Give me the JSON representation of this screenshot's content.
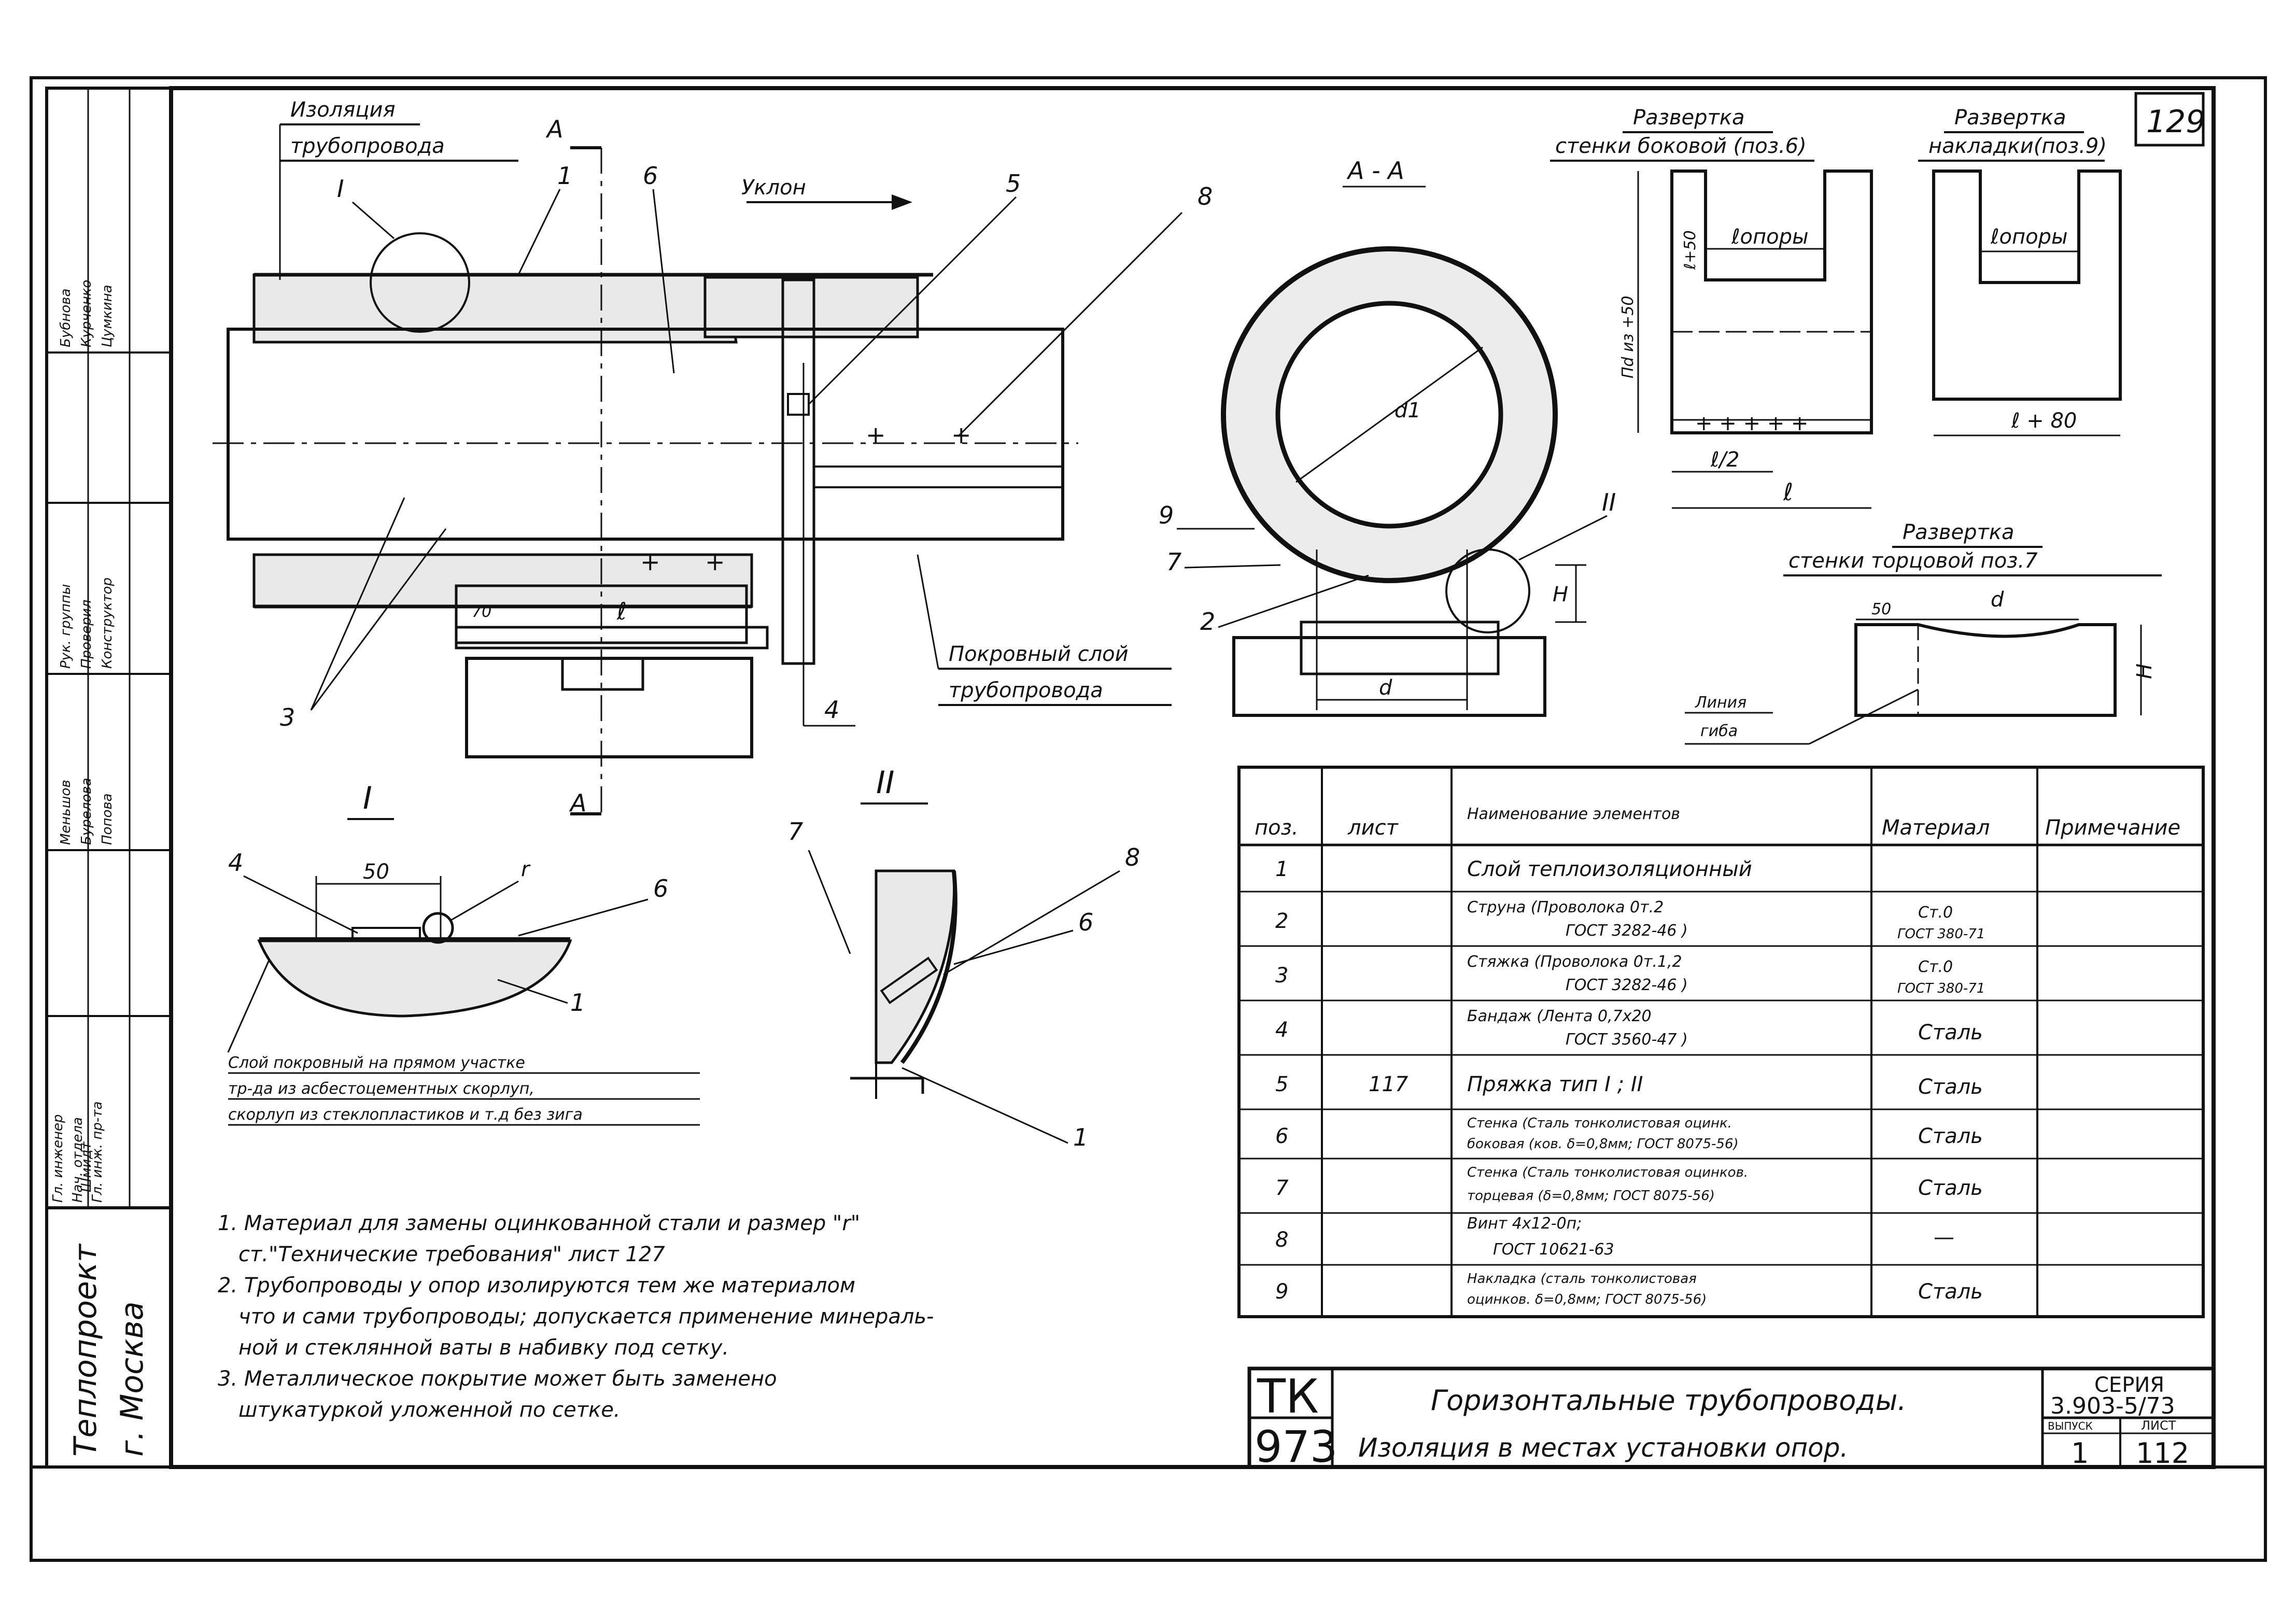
{
  "sheet_number": "129",
  "left_stamp": {
    "org_line1": "Теплопроект",
    "org_line2": "г. Москва",
    "rows": [
      {
        "role": "Гл. инженер",
        "name": ""
      },
      {
        "role": "Нач. отдела",
        "name": "Шмидт"
      },
      {
        "role": "Гл. инж. пр-та",
        "name": ""
      },
      {
        "role": "Рук. группы",
        "name": "Меньшов"
      },
      {
        "role": "Проверил",
        "name": "Бурелова"
      },
      {
        "role": "Конструктор",
        "name": "Попова"
      },
      {
        "role": "",
        "name": "Бубнова"
      },
      {
        "role": "",
        "name": "Курченко"
      },
      {
        "role": "",
        "name": "Цумкина"
      }
    ]
  },
  "main_view": {
    "insulation_label_1": "Изоляция",
    "insulation_label_2": "трубопровода",
    "section_mark": "А",
    "slope": "Уклон",
    "cover_label_1": "Покровный слой",
    "cover_label_2": "трубопровода",
    "callouts": [
      "I",
      "1",
      "6",
      "5",
      "8",
      "3",
      "4"
    ],
    "dim_70": "70",
    "dim_l": "ℓ"
  },
  "section_aa": {
    "title": "А - А",
    "d1": "d1",
    "d": "d",
    "H": "H",
    "callout_II": "II",
    "callouts": [
      "9",
      "7",
      "2"
    ]
  },
  "development_side": {
    "title_1": "Развертка",
    "title_2": "стенки боковой (поз.6)",
    "dim_height": "Пd из +50",
    "dim_l50": "ℓ+50",
    "dim_support": "ℓопоры",
    "dim_l2": "ℓ/2",
    "dim_l": "ℓ"
  },
  "development_pad": {
    "title_1": "Развертка",
    "title_2": "накладки(поз.9)",
    "dim_support": "ℓопоры",
    "dim_l80": "ℓ + 80"
  },
  "development_end": {
    "title_1": "Развертка",
    "title_2": "стенки торцовой поз.7",
    "dim_50": "50",
    "dim_d": "d",
    "dim_H": "H",
    "fold_1": "Линия",
    "fold_2": "гиба"
  },
  "detail_I": {
    "title": "I",
    "dim_50": "50",
    "r": "r",
    "callouts": [
      "4",
      "6",
      "1"
    ],
    "note_1": "Слой покровный на прямом участке",
    "note_2": "тр-да из асбестоцементных скорлуп,",
    "note_3": "скорлуп из стеклопластиков и т.д без зига"
  },
  "detail_II": {
    "title": "II",
    "callouts": [
      "7",
      "8",
      "6",
      "1"
    ]
  },
  "spec_table": {
    "headers": [
      "поз.",
      "лист",
      "Наименование элементов",
      "Материал",
      "Примечание"
    ],
    "rows": [
      {
        "pos": "1",
        "sheet": "",
        "name": "Слой теплоизоляционный",
        "name2": "",
        "material": "",
        "material2": "",
        "note": ""
      },
      {
        "pos": "2",
        "sheet": "",
        "name": "Струна (Проволока 0т.2",
        "name2": "ГОСТ 3282-46 )",
        "material": "Ст.0",
        "material2": "ГОСТ 380-71",
        "note": ""
      },
      {
        "pos": "3",
        "sheet": "",
        "name": "Стяжка (Проволока 0т.1,2",
        "name2": "ГОСТ 3282-46 )",
        "material": "Ст.0",
        "material2": "ГОСТ 380-71",
        "note": ""
      },
      {
        "pos": "4",
        "sheet": "",
        "name": "Бандаж (Лента 0,7х20",
        "name2": "ГОСТ 3560-47 )",
        "material": "Сталь",
        "material2": "",
        "note": ""
      },
      {
        "pos": "5",
        "sheet": "117",
        "name": "Пряжка тип I ; II",
        "name2": "",
        "material": "Сталь",
        "material2": "",
        "note": ""
      },
      {
        "pos": "6",
        "sheet": "",
        "name": "Стенка (Сталь тонколистовая оцинк.",
        "name2": "боковая (ков. δ=0,8мм; ГОСТ 8075-56)",
        "material": "Сталь",
        "material2": "",
        "note": ""
      },
      {
        "pos": "7",
        "sheet": "",
        "name": "Стенка (Сталь тонколистовая оцинков.",
        "name2": "торцевая (δ=0,8мм; ГОСТ 8075-56)",
        "material": "Сталь",
        "material2": "",
        "note": ""
      },
      {
        "pos": "8",
        "sheet": "",
        "name": "Винт 4х12-0п;",
        "name2": "ГОСТ 10621-63",
        "material": "—",
        "material2": "",
        "note": ""
      },
      {
        "pos": "9",
        "sheet": "",
        "name": "Накладка (сталь тонколистовая",
        "name2": "оцинков. δ=0,8мм; ГОСТ 8075-56)",
        "material": "Сталь",
        "material2": "",
        "note": ""
      }
    ]
  },
  "notes": [
    "1. Материал для замены оцинкованной стали и размер \"r\"",
    "ст.\"Технические требования\" лист 127",
    "2. Трубопроводы у опор изолируются тем же материалом",
    "что и сами трубопроводы; допускается применение минераль-",
    "ной и стеклянной ваты в набивку под сетку.",
    "3. Металлическое покрытие может быть заменено",
    "штукатуркой уложенной по сетке."
  ],
  "title_block": {
    "code_1": "ТК",
    "code_2": "973",
    "title_1": "Горизонтальные трубопроводы.",
    "title_2": "Изоляция в местах установки опор.",
    "series_label": "СЕРИЯ",
    "series": "3.903-5/73",
    "issue_label": "ВЫПУСК",
    "issue": "1",
    "sheet_label": "ЛИСТ",
    "sheet": "112"
  }
}
